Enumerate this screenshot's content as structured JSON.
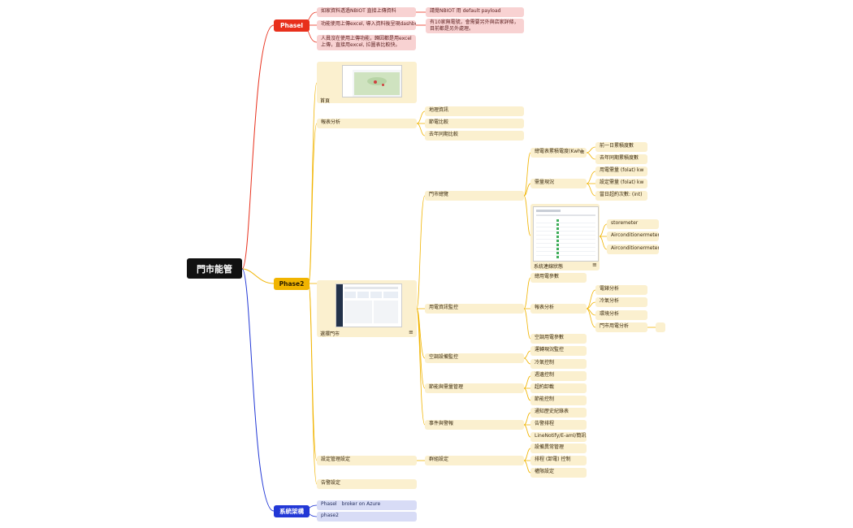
{
  "root": {
    "label": "門市能管"
  },
  "phases": {
    "phase1": "Phasel",
    "phase2": "Phase2",
    "arch": "系統架構"
  },
  "phase1_items": [
    "如家資料透過NBIOT 直接上傳資料",
    "功能使用上傳excel, 導入資料後呈現dashboard",
    "人員沒在使用上傳功能，歸因都是用excel 上傳，直接用excel, 拉圖表比較快。"
  ],
  "phase1_notes": [
    "請覺NBIOT 用 default payload",
    "有10家無電號，會需要另外與店家詳條，目前都是另外處理。"
  ],
  "phase2_items": {
    "home": "首頁",
    "report": "報表分析",
    "store": "選擇門市",
    "settings": "設定管理設定",
    "alarm": "告警設定"
  },
  "report_children": [
    "地理資訊",
    "節電比較",
    "去年同期比較"
  ],
  "store_children": [
    "門市總覽",
    "用電資訊監控",
    "空調設備監控",
    "節能與需量管理",
    "事件與警報"
  ],
  "overview_children": {
    "total": "總電表累積電度(Kwh)",
    "demand": "需量現況",
    "status": "系統連線狀態"
  },
  "total_children": [
    "前一日累積度數",
    "去年同期累積度數"
  ],
  "demand_children": [
    "用電需量 (folat) kw",
    "設定需量 (folat) kw",
    "當日超約次數: (int)"
  ],
  "meters": [
    "storemeter",
    "Airconditionermeter-1",
    "Airconditionermeter-2"
  ],
  "power_children": {
    "total": "總用電參數",
    "analysis": "報表分析",
    "ac": "空調用電參數"
  },
  "analysis_children": [
    "電錶分析",
    "冷氣分析",
    "環境分析",
    "門市用電分析"
  ],
  "ac_children": [
    "運轉現況監控",
    "冷氣控制"
  ],
  "energy_children": [
    "週邊控制",
    "超約卸載",
    "節能控制"
  ],
  "event_children": [
    "通知歷史紀錄表",
    "告警排程",
    "LineNotify/E-aml/簡訊"
  ],
  "settings_children": {
    "group": "群組設定"
  },
  "group_children": [
    "設備異常管理",
    "排程 (卸電) 控制",
    "權限設定"
  ],
  "arch_children": [
    "Phasel　broker on Azure",
    "phase2"
  ],
  "colors": {
    "phase1": "#e8301c",
    "phase2": "#f1b400",
    "arch": "#2238d6",
    "root": "#111111"
  }
}
